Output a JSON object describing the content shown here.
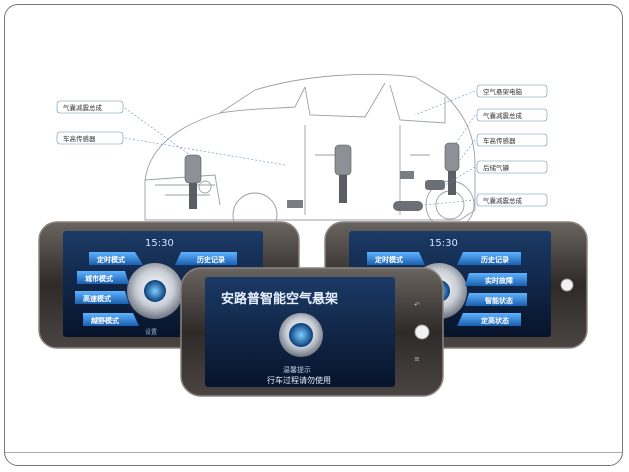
{
  "diagram": {
    "callouts_left": [
      {
        "id": "front-damper-bus",
        "label": "气囊减震总成"
      },
      {
        "id": "front-height-sensor",
        "label": "车高传感器"
      }
    ],
    "callouts_right": [
      {
        "id": "air-supply-ecu",
        "label": "空气悬架电脑"
      },
      {
        "id": "rear-damper-bus",
        "label": "气囊减震总成"
      },
      {
        "id": "rear-height-sensor",
        "label": "车高传感器"
      },
      {
        "id": "reservoir",
        "label": "后储气罐"
      },
      {
        "id": "rear-damper-bus-2",
        "label": "气囊减震总成"
      }
    ]
  },
  "phones": {
    "left": {
      "time": "15:30",
      "buttons": [
        {
          "id": "timed-mode",
          "label": "定时模式"
        },
        {
          "id": "fast-mode",
          "label": "城市模式"
        },
        {
          "id": "speed-mode",
          "label": "高速模式"
        },
        {
          "id": "offroad-mode",
          "label": "越野模式"
        },
        {
          "id": "history",
          "label": "历史记录"
        }
      ],
      "footer": "设置"
    },
    "right": {
      "time": "15:30",
      "buttons": [
        {
          "id": "timed-mode",
          "label": "定时模式"
        },
        {
          "id": "history",
          "label": "历史记录"
        },
        {
          "id": "realtime-fault",
          "label": "实时故障"
        },
        {
          "id": "adjust-status",
          "label": "智能状态"
        },
        {
          "id": "fixed-status",
          "label": "定高状态"
        }
      ]
    },
    "center": {
      "title": "安路普智能空气悬架",
      "tip_title": "温馨提示",
      "tip_text": "行车过程请勿使用"
    }
  },
  "colors": {
    "screen_dark": "#0b1a33",
    "btn_blue": "#2b7fd6",
    "bezel": "#3a3636",
    "bezel_edge": "#8a8580"
  }
}
